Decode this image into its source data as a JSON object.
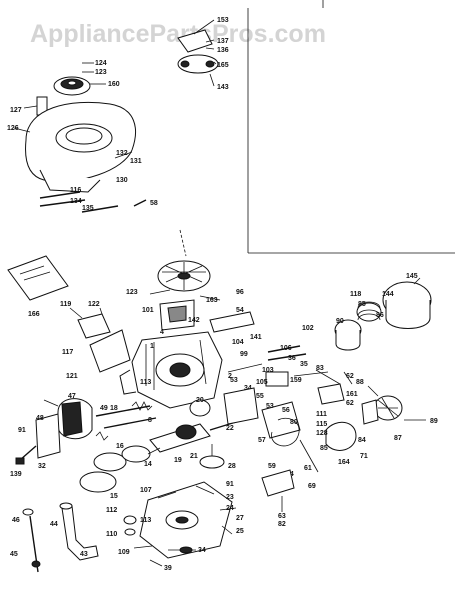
{
  "watermark": "AppliancePartsPros.com",
  "labels": {
    "l153": "153",
    "l137": "137",
    "l136": "136",
    "l165": "165",
    "l143": "143",
    "l124": "124",
    "l123": "123",
    "l160": "160",
    "l127": "127",
    "l126": "126",
    "l132": "132",
    "l131": "131",
    "l130": "130",
    "l116": "116",
    "l134": "134",
    "l135": "135",
    "l58": "58",
    "l166": "166",
    "l119": "119",
    "l122": "122",
    "l117": "117",
    "l121": "121",
    "l123b": "123",
    "l163": "163",
    "l96": "96",
    "l101": "101",
    "l142": "142",
    "l4": "4",
    "l141": "141",
    "l104": "104",
    "l99": "99",
    "l102": "102",
    "l106": "106",
    "l36": "36",
    "l35": "35",
    "l103": "103",
    "l1": "1",
    "l113a": "113",
    "l2": "2",
    "l53a": "53",
    "l34": "34",
    "l105": "105",
    "l159": "159",
    "l83": "83",
    "l62a": "62",
    "l161": "161",
    "l62b": "62",
    "l145": "145",
    "l118": "118",
    "l85": "85",
    "l144": "144",
    "l86": "86",
    "l90": "90",
    "l88": "88",
    "l47": "47",
    "l48": "48",
    "l49": "49",
    "l18": "18",
    "l20": "20",
    "l55": "55",
    "l53b": "53",
    "l56": "56",
    "l80": "80",
    "l111": "111",
    "l115": "115",
    "l128": "128",
    "l84": "84",
    "l87": "87",
    "l89": "89",
    "l91a": "91",
    "l32": "32",
    "l16": "16",
    "l8": "8",
    "l22": "22",
    "l57": "57",
    "l85b": "85",
    "l164": "164",
    "l71": "71",
    "l14": "14",
    "l21": "21",
    "l19": "19",
    "l28": "28",
    "l64": "64",
    "l61": "61",
    "l59": "59",
    "l69": "69",
    "l139": "139",
    "l15": "15",
    "l107": "107",
    "l91b": "91",
    "l23": "23",
    "l24": "24",
    "l27": "27",
    "l25": "25",
    "l112": "112",
    "l113b": "113",
    "l110": "110",
    "l43": "43",
    "l44": "44",
    "l46": "46",
    "l45": "45",
    "l109": "109",
    "l34b": "34",
    "l39": "39",
    "l63": "63",
    "l82": "82",
    "l54": "54"
  }
}
